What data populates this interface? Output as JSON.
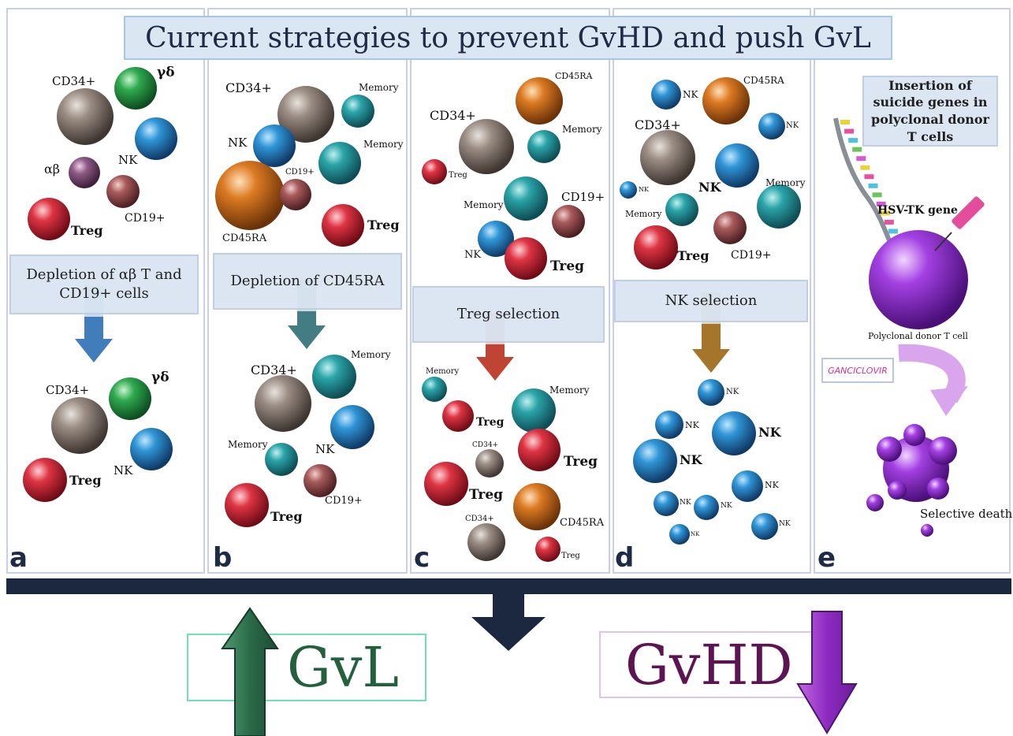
{
  "title": "Current strategies to prevent GvHD and push GvL",
  "panels": [
    {
      "letter": "a",
      "caption": "Depletion of  αβ T and CD19+ cells",
      "labels": {
        "cd34": "CD34+",
        "gd": "γδ",
        "ab": "αβ",
        "nk": "NK",
        "cd19": "CD19+",
        "treg": "Treg",
        "cd34_after": "CD34+",
        "gd_after": "γδ",
        "nk_after": "NK",
        "treg_after": "Treg"
      }
    },
    {
      "letter": "b",
      "caption": "Depletion of CD45RA",
      "labels": {
        "cd34": "CD34+",
        "memory1": "Memory",
        "nk": "NK",
        "memory2": "Memory",
        "cd19": "CD19+",
        "cd45ra": "CD45RA",
        "treg": "Treg",
        "cd34_after": "CD34+",
        "memory_after1": "Memory",
        "memory_after2": "Memory",
        "nk_after": "NK",
        "cd19_after": "CD19+",
        "treg_after": "Treg"
      }
    },
    {
      "letter": "c",
      "caption": "Treg selection",
      "labels": {
        "cd45ra": "CD45RA",
        "cd34": "CD34+",
        "memory1": "Memory",
        "treg_small": "Treg",
        "memory2": "Memory",
        "cd19": "CD19+",
        "nk": "NK",
        "treg": "Treg",
        "memory_after1": "Memory",
        "memory_after2": "Memory",
        "treg_after1": "Treg",
        "cd34_after1": "CD34+",
        "treg_after2": "Treg",
        "treg_after3": "Treg",
        "cd34_after2": "CD34+",
        "cd45ra_after": "CD45RA",
        "treg_after4": "Treg"
      }
    },
    {
      "letter": "d",
      "caption": "NK selection",
      "labels": {
        "nk1": "NK",
        "cd45ra": "CD45RA",
        "nk2": "NK",
        "cd34": "CD34+",
        "nk3": "NK",
        "nk4": "NK",
        "memory1": "Memory",
        "memory2": "Memory",
        "treg": "Treg",
        "cd19": "CD19+",
        "nk_after1": "NK",
        "nk_after2": "NK",
        "nk_after3": "NK",
        "nk_after4": "NK",
        "nk_after5": "NK",
        "nk_after6": "NK",
        "nk_after7": "NK",
        "nk_after8": "NK",
        "nk_after9": "NK"
      }
    },
    {
      "letter": "e",
      "caption": "Insertion of suicide genes in polyclonal donor T cells",
      "labels": {
        "gene": "HSV-TK gene",
        "cell": "Polyclonal donor T cell",
        "drug": "GANCICLOVIR",
        "death": "Selective death"
      }
    }
  ],
  "outcomes": {
    "gvl": "GvL",
    "gvhd": "GvHD"
  },
  "colors": {
    "cd34": "#8a7d76",
    "nk": "#2b8fd0",
    "memory": "#2aa1a6",
    "treg": "#d9303e",
    "cd19": "#a85a5a",
    "cd45ra": "#d9781f",
    "gd": "#2fa64e",
    "ab": "#8e5a86",
    "purple": "#a13de0",
    "arrow_a": "#2c6fb3",
    "arrow_b": "#2f6e74",
    "arrow_c": "#b8301d",
    "arrow_d": "#9a6614",
    "bar": "#1b2840",
    "gvl": "#24603e",
    "gvhd": "#5c1452",
    "title_text": "#1e2b45"
  }
}
